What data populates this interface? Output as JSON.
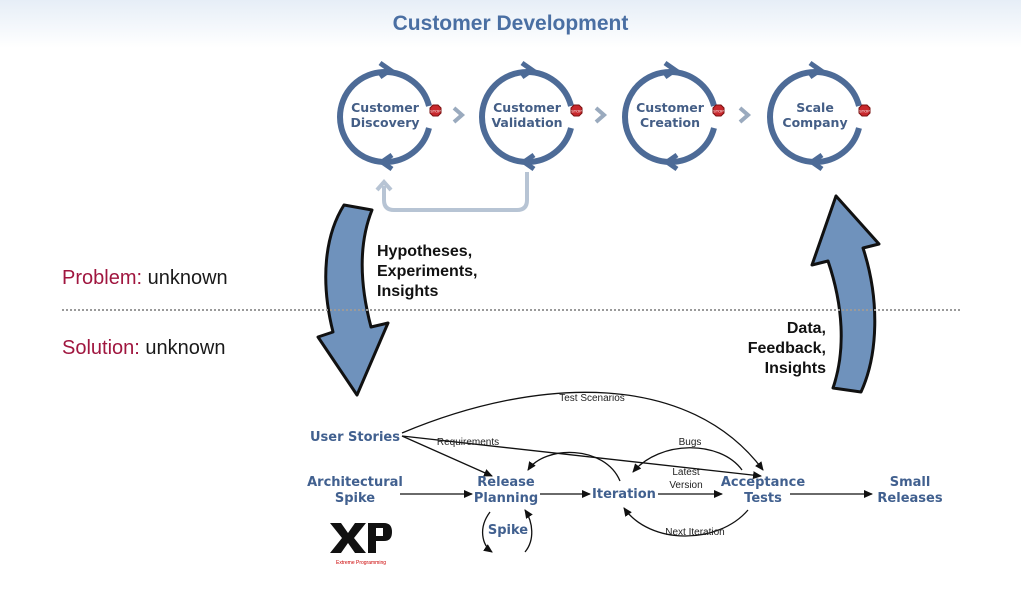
{
  "title": "Customer Development",
  "stages": [
    {
      "line1": "Customer",
      "line2": "Discovery"
    },
    {
      "line1": "Customer",
      "line2": "Validation"
    },
    {
      "line1": "Customer",
      "line2": "Creation"
    },
    {
      "line1": "Scale",
      "line2": "Company"
    }
  ],
  "stop_label": "STOP",
  "problem": {
    "key": "Problem:",
    "value": "unknown"
  },
  "solution": {
    "key": "Solution:",
    "value": "unknown"
  },
  "down_arrow_text": {
    "line1": "Hypotheses,",
    "line2": "Experiments,",
    "line3": "Insights"
  },
  "up_arrow_text": {
    "line1": "Data,",
    "line2": "Feedback,",
    "line3": "Insights"
  },
  "xp": {
    "user_stories": "User Stories",
    "architectural": "Architectural",
    "spike_word": "Spike",
    "release": "Release",
    "planning": "Planning",
    "iteration": "Iteration",
    "acceptance": "Acceptance",
    "tests": "Tests",
    "small": "Small",
    "releases": "Releases",
    "test_scenarios": "Test Scenarios",
    "requirements": "Requirements",
    "bugs": "Bugs",
    "latest": "Latest",
    "version": "Version",
    "next_iteration": "Next Iteration",
    "logo_caption": "Extreme Programming"
  }
}
